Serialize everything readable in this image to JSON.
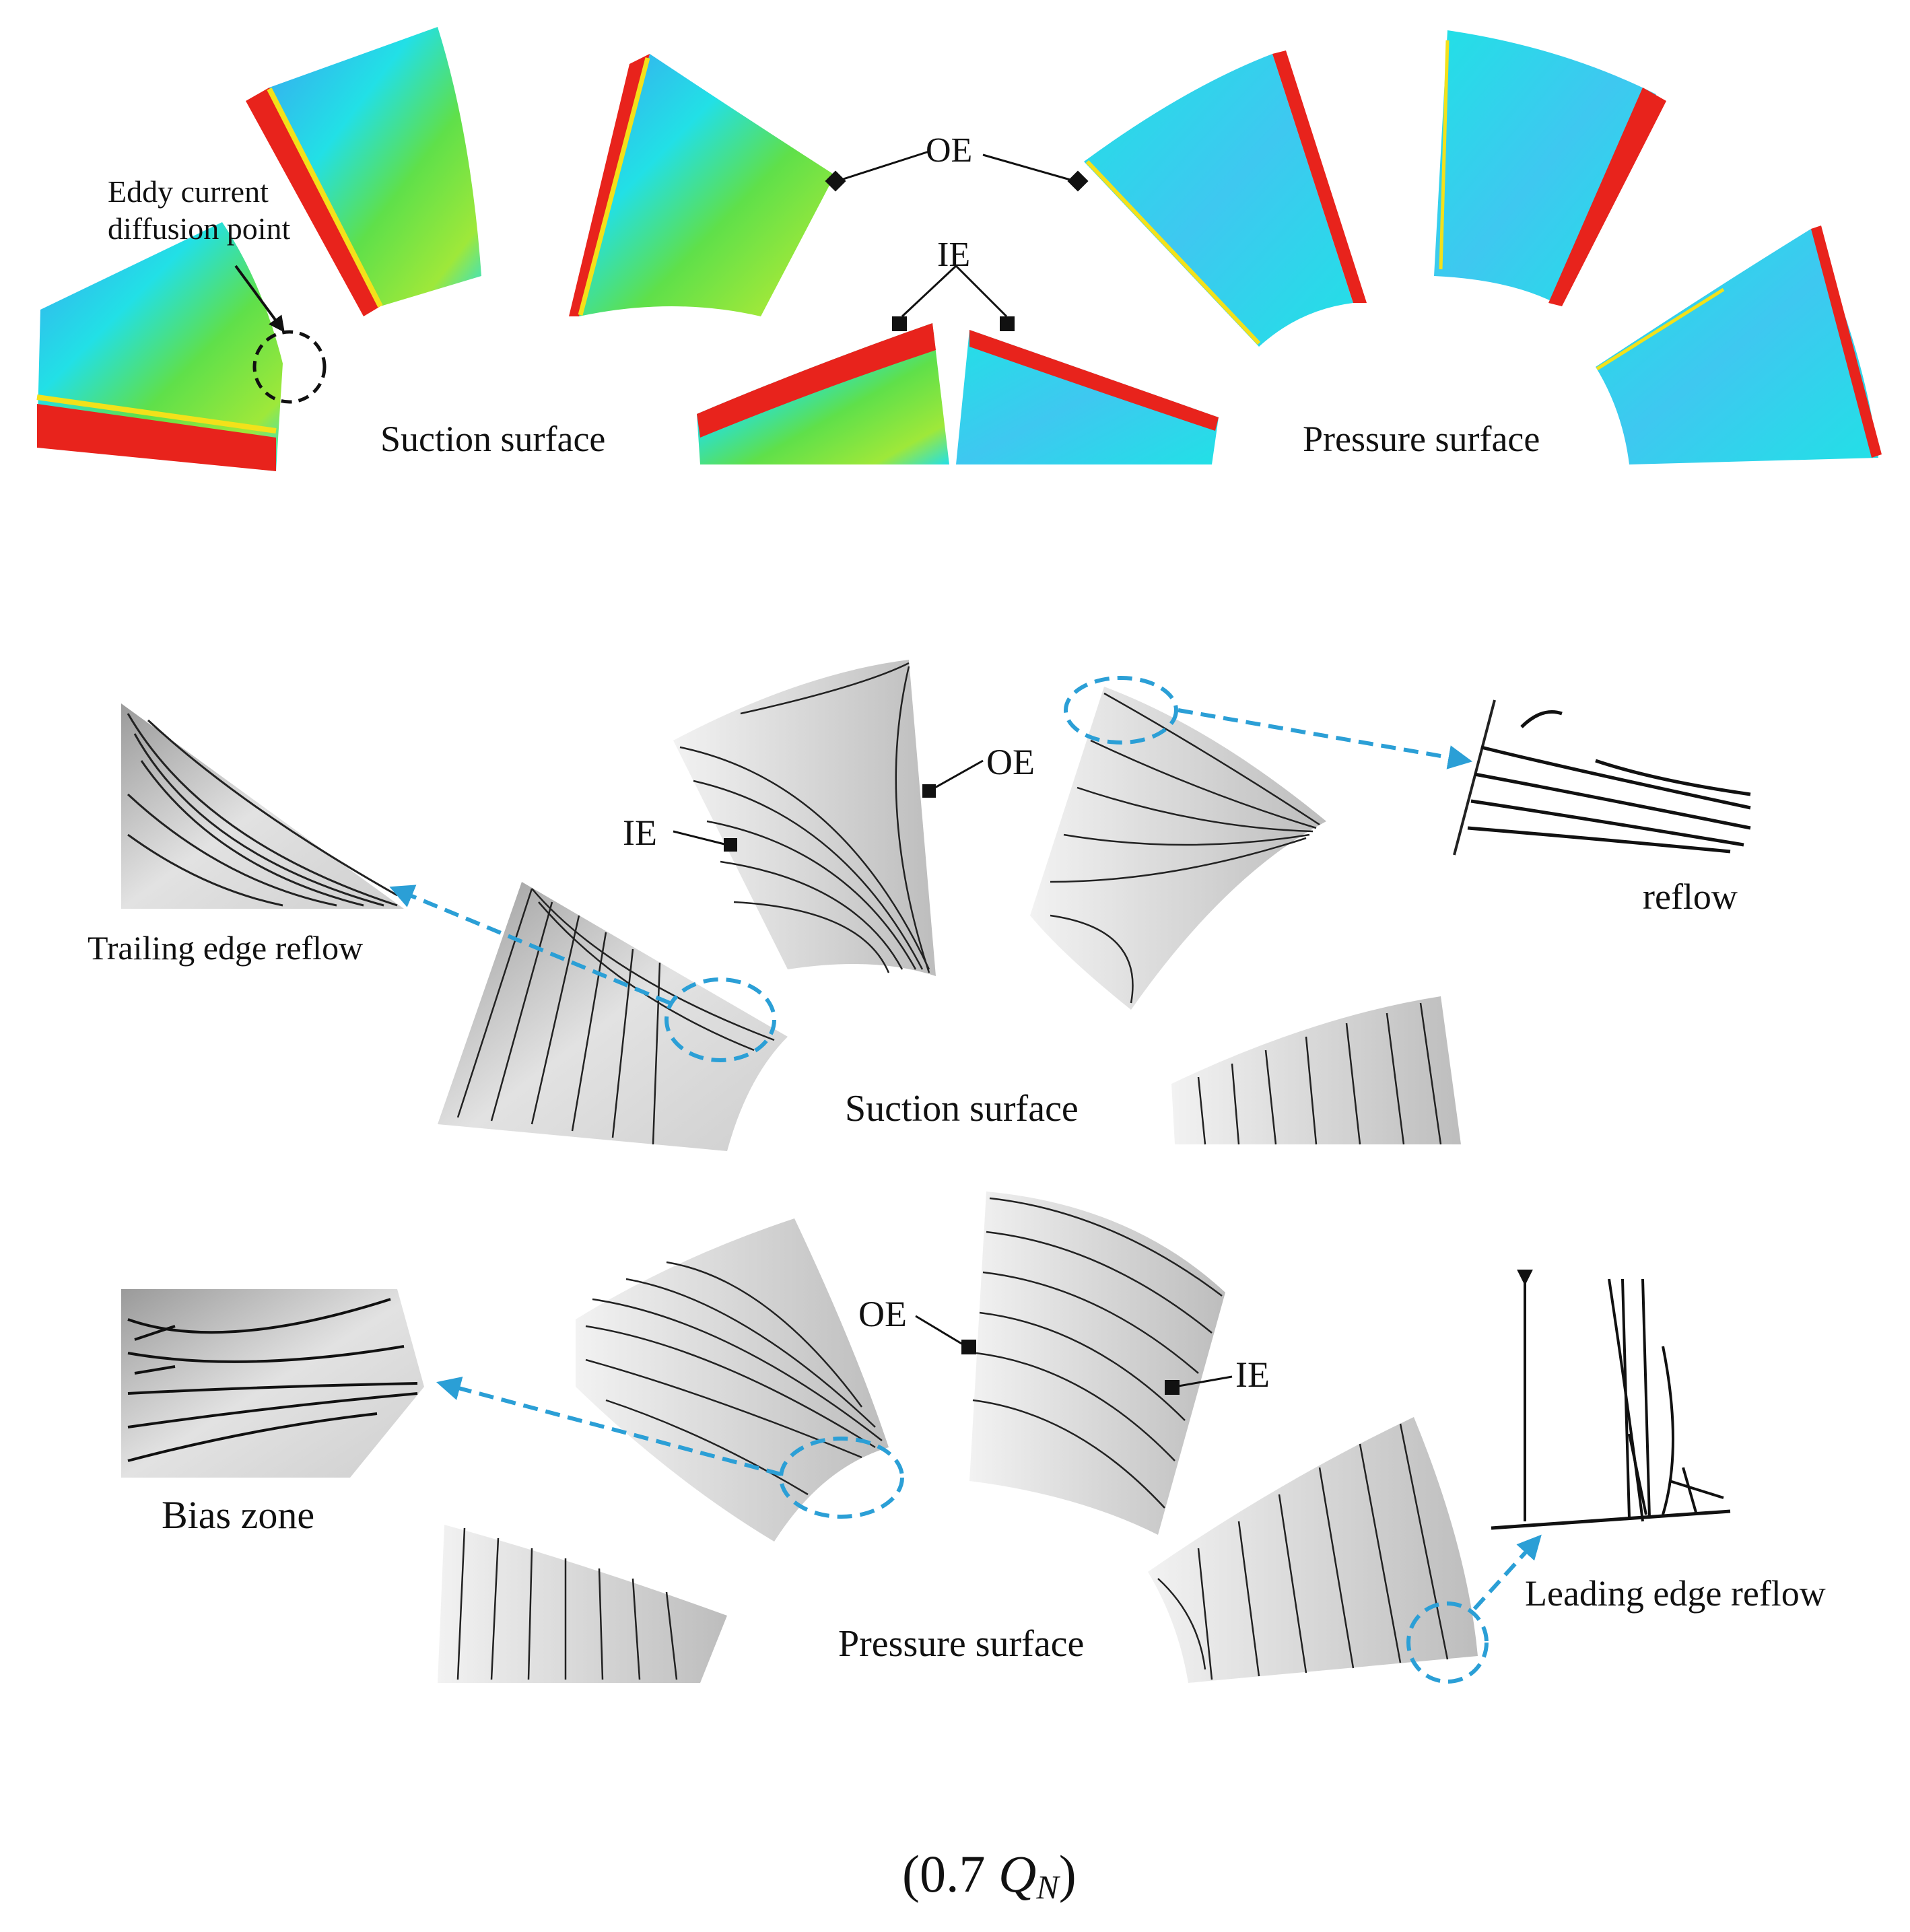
{
  "contour_panel": {
    "labels": {
      "eddy_line1": "Eddy current",
      "eddy_line2": "diffusion point",
      "suction": "Suction surface",
      "pressure": "Pressure surface",
      "oe": "OE",
      "ie": "IE"
    },
    "colors": {
      "hot": "#e8231c",
      "warm": "#f3e11a",
      "mid": "#5fe04a",
      "cool": "#22e0e6",
      "cold": "#3aa6f0"
    }
  },
  "streamline_suction": {
    "labels": {
      "trailing": "Trailing edge reflow",
      "suction": "Suction surface",
      "oe": "OE",
      "ie": "IE",
      "reflow": "reflow"
    }
  },
  "streamline_pressure": {
    "labels": {
      "bias": "Bias zone",
      "pressure": "Pressure surface",
      "oe": "OE",
      "ie": "IE",
      "leading": "Leading edge reflow"
    }
  },
  "caption": {
    "open": "(0.7 ",
    "q": "Q",
    "sub": "N",
    "close": ")"
  },
  "accent_color": "#2b9fd6"
}
